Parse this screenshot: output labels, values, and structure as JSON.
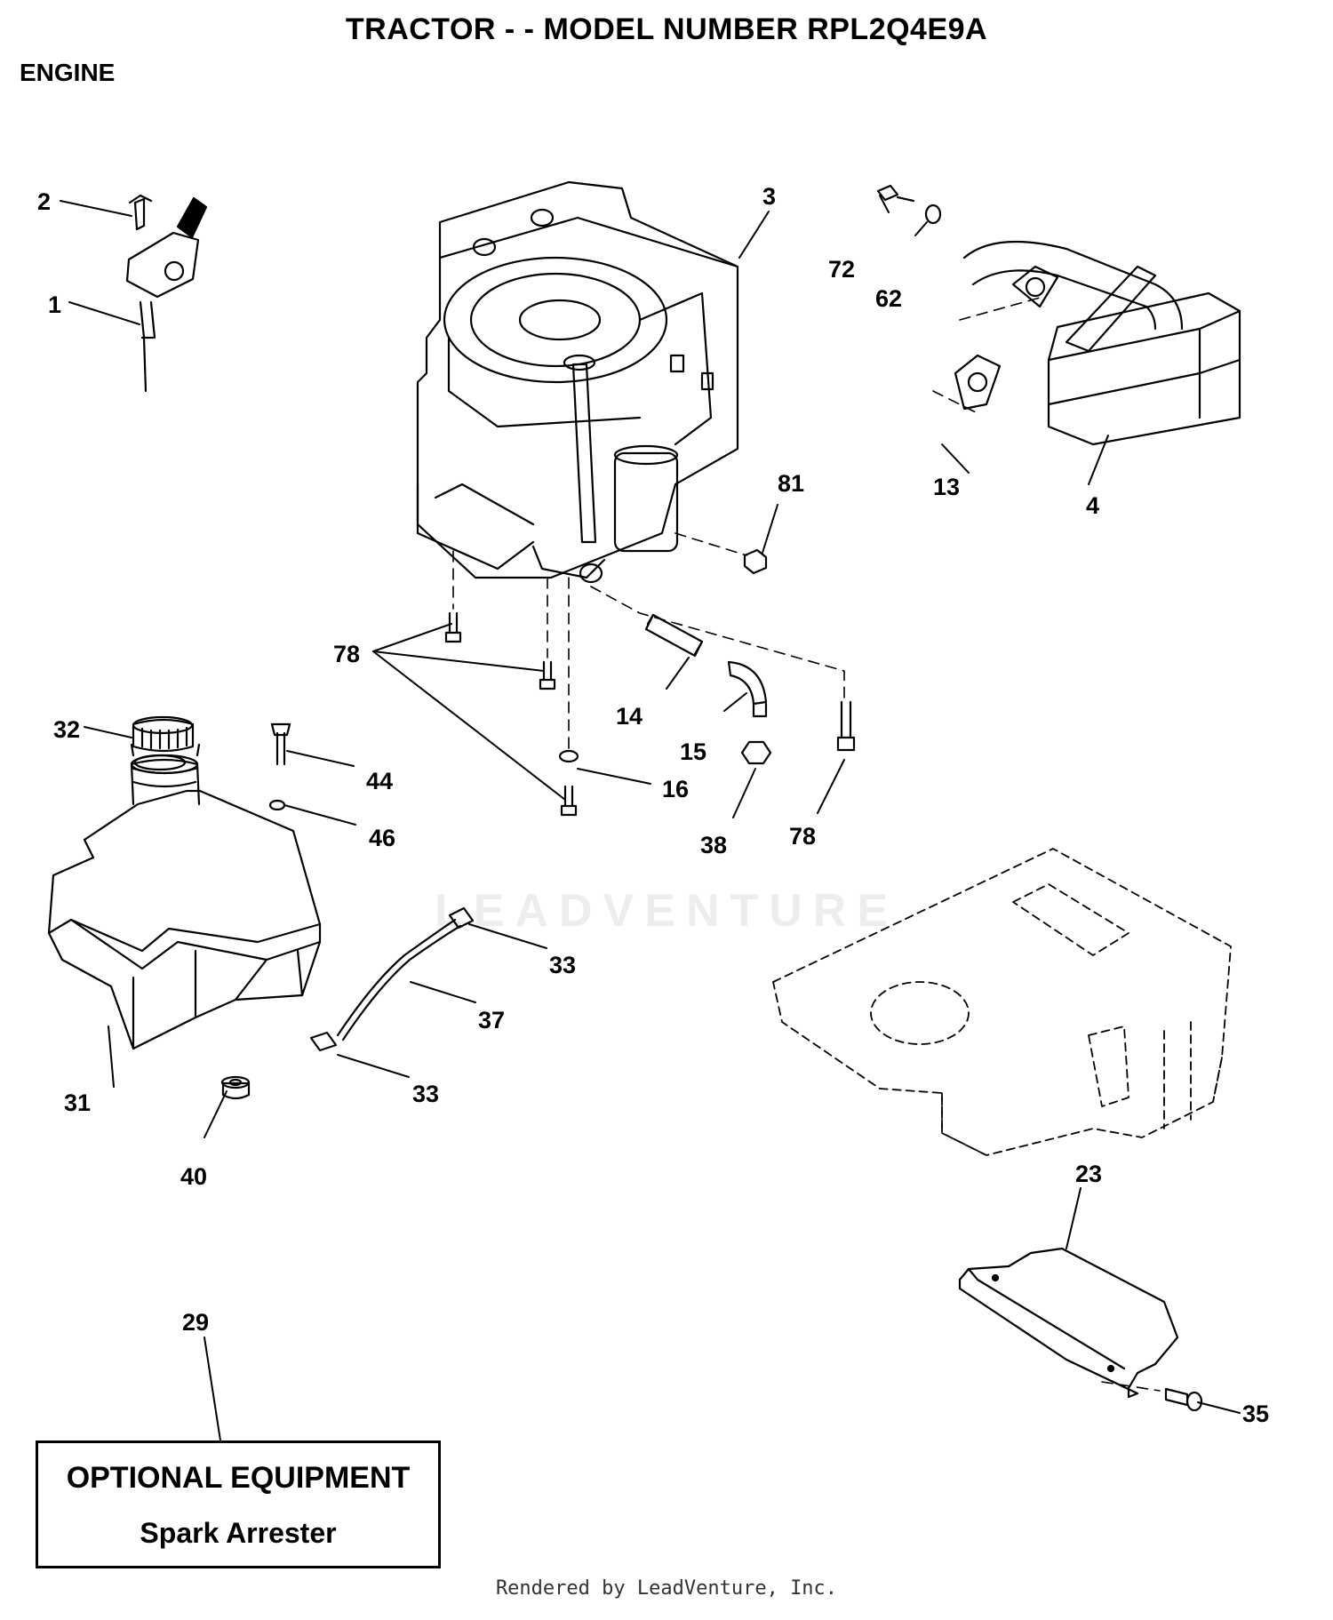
{
  "page": {
    "title": "TRACTOR - - MODEL NUMBER RPL2Q4E9A",
    "section": "ENGINE",
    "footer": "Rendered by LeadVenture, Inc.",
    "watermark": "LEADVENTURE"
  },
  "callouts": {
    "n1": "1",
    "n2": "2",
    "n3": "3",
    "n4": "4",
    "n13": "13",
    "n14": "14",
    "n15": "15",
    "n16": "16",
    "n23": "23",
    "n29": "29",
    "n31": "31",
    "n32": "32",
    "n33a": "33",
    "n33b": "33",
    "n35": "35",
    "n37": "37",
    "n38": "38",
    "n40": "40",
    "n44": "44",
    "n46": "46",
    "n62": "62",
    "n72": "72",
    "n78a": "78",
    "n78b": "78",
    "n81": "81"
  },
  "optional_equipment": {
    "title": "OPTIONAL EQUIPMENT",
    "item": "Spark Arrester"
  }
}
